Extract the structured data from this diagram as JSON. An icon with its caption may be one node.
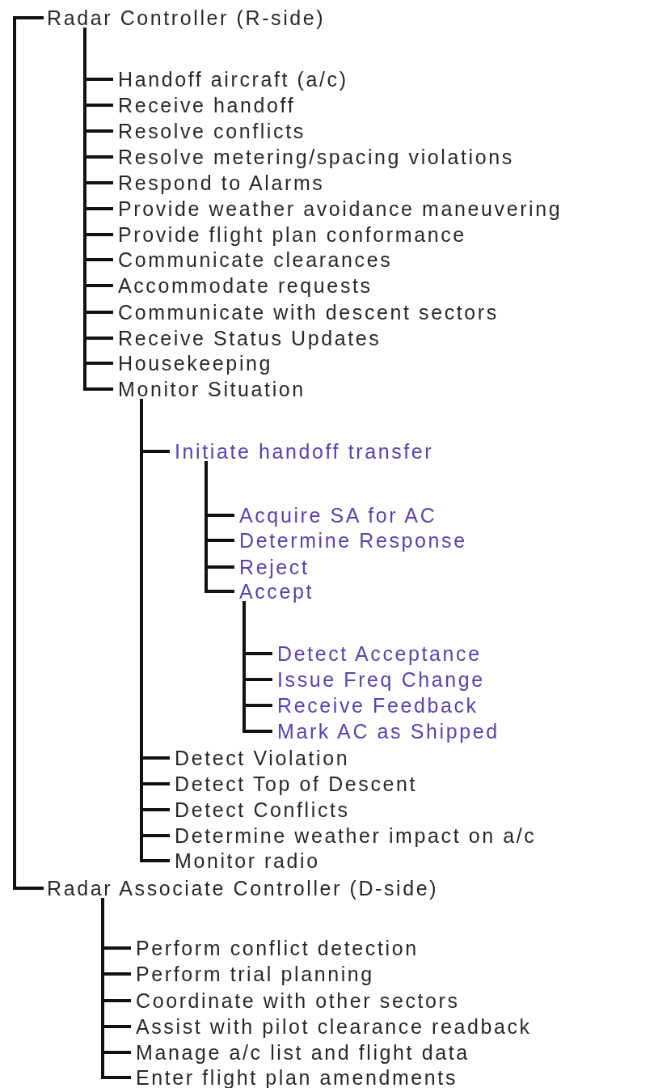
{
  "diagram": {
    "nodes": [
      {
        "text": [
          "Radar Controller (R-side)"
        ]
      },
      {
        "text": [
          "Handoff aircraft (a/c)"
        ]
      },
      {
        "text": [
          "Receive handoff"
        ]
      },
      {
        "text": [
          "Resolve conflicts"
        ]
      },
      {
        "text": [
          "Resolve metering/spacing violations"
        ]
      },
      {
        "text": [
          "Respond to Alarms"
        ]
      },
      {
        "text": [
          "Provide weather avoidance maneuvering"
        ]
      },
      {
        "text": [
          "Provide flight plan conformance"
        ]
      },
      {
        "text": [
          "Communicate clearances"
        ]
      },
      {
        "text": [
          "Accommodate requests"
        ]
      },
      {
        "text": [
          "Communicate with descent sectors"
        ]
      },
      {
        "text": [
          "Receive Status Updates"
        ]
      },
      {
        "text": [
          "Housekeeping"
        ]
      },
      {
        "text": [
          "Monitor Situation"
        ]
      },
      {
        "text": [
          "Initiate handoff transfer"
        ]
      },
      {
        "text": [
          "Acquire SA for AC"
        ]
      },
      {
        "text": [
          "Determine Response"
        ]
      },
      {
        "text": [
          "Reject"
        ]
      },
      {
        "text": [
          "Accept"
        ]
      },
      {
        "text": [
          "Detect Acceptance"
        ]
      },
      {
        "text": [
          "Issue Freq Change"
        ]
      },
      {
        "text": [
          "Receive Feedback"
        ]
      },
      {
        "text": [
          "Mark AC as Shipped"
        ]
      },
      {
        "text": [
          "Detect Violation"
        ]
      },
      {
        "text": [
          "Detect Top of Descent"
        ]
      },
      {
        "text": [
          "Detect Conflicts"
        ]
      },
      {
        "text": [
          "Determine weather impact on a/c"
        ]
      },
      {
        "text": [
          "Monitor radio"
        ]
      },
      {
        "text": [
          "Radar Associate Controller (D-side)"
        ]
      },
      {
        "text": [
          "Perform conflict detection"
        ]
      },
      {
        "text": [
          "Perform trial planning"
        ]
      },
      {
        "text": [
          "Coordinate with other sectors"
        ]
      },
      {
        "text": [
          "Assist with pilot clearance readback"
        ]
      },
      {
        "text": [
          "Manage a/c list and flight data"
        ]
      },
      {
        "text": [
          "Enter flight plan amendments"
        ]
      }
    ],
    "edges": [
      {
        "from": 0,
        "to": 28,
        "arrow": "none"
      },
      {
        "from": 0,
        "to": 1,
        "arrow": "none"
      },
      {
        "from": 0,
        "to": 2,
        "arrow": "none"
      },
      {
        "from": 0,
        "to": 3,
        "arrow": "none"
      },
      {
        "from": 0,
        "to": 4,
        "arrow": "none"
      },
      {
        "from": 0,
        "to": 5,
        "arrow": "none"
      },
      {
        "from": 0,
        "to": 6,
        "arrow": "none"
      },
      {
        "from": 0,
        "to": 7,
        "arrow": "none"
      },
      {
        "from": 0,
        "to": 8,
        "arrow": "none"
      },
      {
        "from": 0,
        "to": 9,
        "arrow": "none"
      },
      {
        "from": 0,
        "to": 10,
        "arrow": "none"
      },
      {
        "from": 0,
        "to": 11,
        "arrow": "none"
      },
      {
        "from": 0,
        "to": 12,
        "arrow": "none"
      },
      {
        "from": 0,
        "to": 13,
        "arrow": "none"
      },
      {
        "from": 13,
        "to": 14,
        "arrow": "none"
      },
      {
        "from": 14,
        "to": 15,
        "arrow": "none"
      },
      {
        "from": 14,
        "to": 16,
        "arrow": "none"
      },
      {
        "from": 14,
        "to": 17,
        "arrow": "none"
      },
      {
        "from": 14,
        "to": 18,
        "arrow": "none"
      },
      {
        "from": 18,
        "to": 19,
        "arrow": "none"
      },
      {
        "from": 18,
        "to": 20,
        "arrow": "none"
      },
      {
        "from": 18,
        "to": 21,
        "arrow": "none"
      },
      {
        "from": 18,
        "to": 22,
        "arrow": "none"
      },
      {
        "from": 13,
        "to": 23,
        "arrow": "none"
      },
      {
        "from": 13,
        "to": 24,
        "arrow": "none"
      },
      {
        "from": 13,
        "to": 25,
        "arrow": "none"
      },
      {
        "from": 13,
        "to": 26,
        "arrow": "none"
      },
      {
        "from": 13,
        "to": 27,
        "arrow": "none"
      },
      {
        "from": 28,
        "to": 29,
        "arrow": "none"
      },
      {
        "from": 28,
        "to": 30,
        "arrow": "none"
      },
      {
        "from": 28,
        "to": 31,
        "arrow": "none"
      },
      {
        "from": 28,
        "to": 32,
        "arrow": "none"
      },
      {
        "from": 28,
        "to": 33,
        "arrow": "none"
      },
      {
        "from": 28,
        "to": 34,
        "arrow": "none"
      }
    ]
  }
}
